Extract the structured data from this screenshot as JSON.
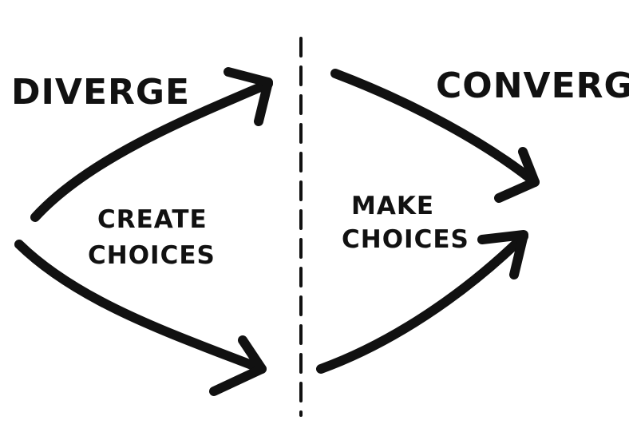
{
  "headings": {
    "left": "DIVERGE",
    "right": "CONVERGE"
  },
  "sublabels": {
    "left_line1": "CREATE",
    "left_line2": "CHOICES",
    "right_line1": "MAKE",
    "right_line2": "CHOICES"
  },
  "colors": {
    "ink": "#111111",
    "background": "#ffffff"
  }
}
